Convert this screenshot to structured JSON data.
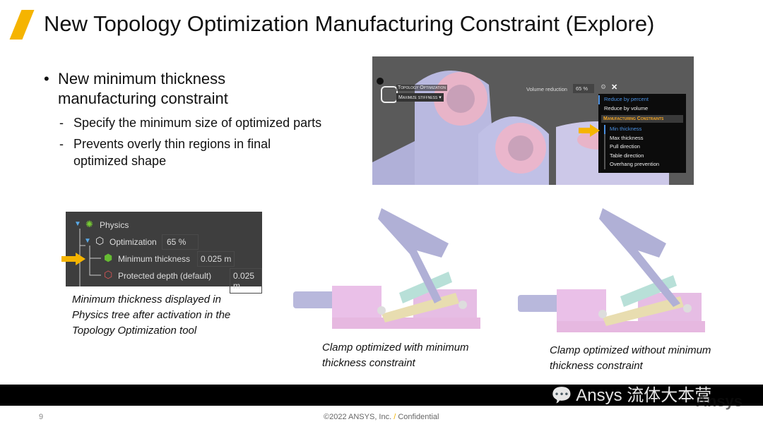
{
  "title": "New Topology Optimization Manufacturing Constraint (Explore)",
  "bullet": {
    "text": "New minimum thickness manufacturing constraint",
    "subs": [
      "Specify the minimum size of optimized parts",
      "Prevents overly thin regions in final optimized shape"
    ]
  },
  "ui_shot": {
    "tool_title": "Topology Optimization",
    "objective": "Maximize stiffness",
    "volume_label": "Volume reduction",
    "volume_value": "65 %",
    "menu": [
      "Reduce by percent",
      "Reduce by volume"
    ],
    "menu_header": "Manufacturing Constraints",
    "constraints": [
      "Min thickness",
      "Max thickness",
      "Pull direction",
      "Table direction",
      "Overhang prevention"
    ]
  },
  "tree": {
    "physics": "Physics",
    "optimization": "Optimization",
    "optimization_value": "65 %",
    "min_thickness": "Minimum thickness",
    "min_thickness_value": "0.025 m",
    "protected": "Protected depth (default)",
    "protected_value": "0.025 m"
  },
  "captions": {
    "tree": "Minimum thickness displayed in Physics tree after activation in the Topology Optimization tool",
    "with": "Clamp optimized with minimum thickness constraint",
    "without": "Clamp optimized without minimum thickness constraint"
  },
  "footer": {
    "page": "9",
    "copyright": "©2022 ANSYS, Inc.",
    "slash": "/",
    "confidential": "Confidential",
    "watermark": "Ansys 流体大本营",
    "logo": "Ansys"
  },
  "colors": {
    "accent": "#f5b400",
    "highlight": "#4a8fe0"
  }
}
